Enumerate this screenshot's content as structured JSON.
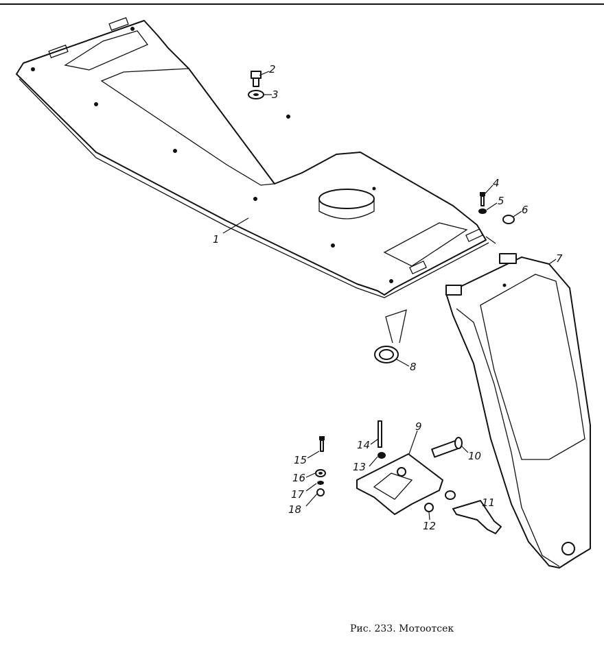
{
  "caption": "Рис. 233. Мотоотсек",
  "callouts": {
    "c1": "1",
    "c2": "2",
    "c3": "3",
    "c4": "4",
    "c5": "5",
    "c6": "6",
    "c7": "7",
    "c8": "8",
    "c9": "9",
    "c10": "10",
    "c11": "11",
    "c12": "12",
    "c13": "13",
    "c14": "14",
    "c15": "15",
    "c16": "16",
    "c17": "17",
    "c18": "18"
  }
}
